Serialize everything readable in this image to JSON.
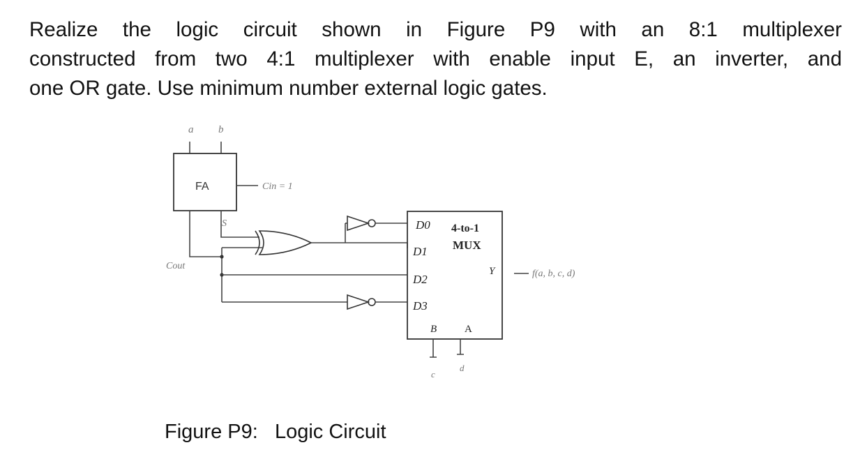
{
  "question": {
    "line1": "Realize the logic circuit shown in Figure P9 with an 8:1 multiplexer",
    "line2": "constructed from two 4:1 multiplexer with enable input E, an inverter, and",
    "line3": "one OR gate. Use minimum number external logic gates."
  },
  "diagram": {
    "input_a": "a",
    "input_b": "b",
    "fa_label": "FA",
    "cin_label": "Cin = 1",
    "sum_label": "S",
    "cout_label": "Cout",
    "mux_title_line1": "4-to-1",
    "mux_title_line2": "MUX",
    "mux_inputs": [
      "D0",
      "D1",
      "D2",
      "D3"
    ],
    "select_b": "B",
    "select_a": "A",
    "select_input_b": "c",
    "select_input_a": "d",
    "output_pin": "Y",
    "output_label": "f(a, b, c, d)"
  },
  "caption": "Figure P9:   Logic Circuit"
}
